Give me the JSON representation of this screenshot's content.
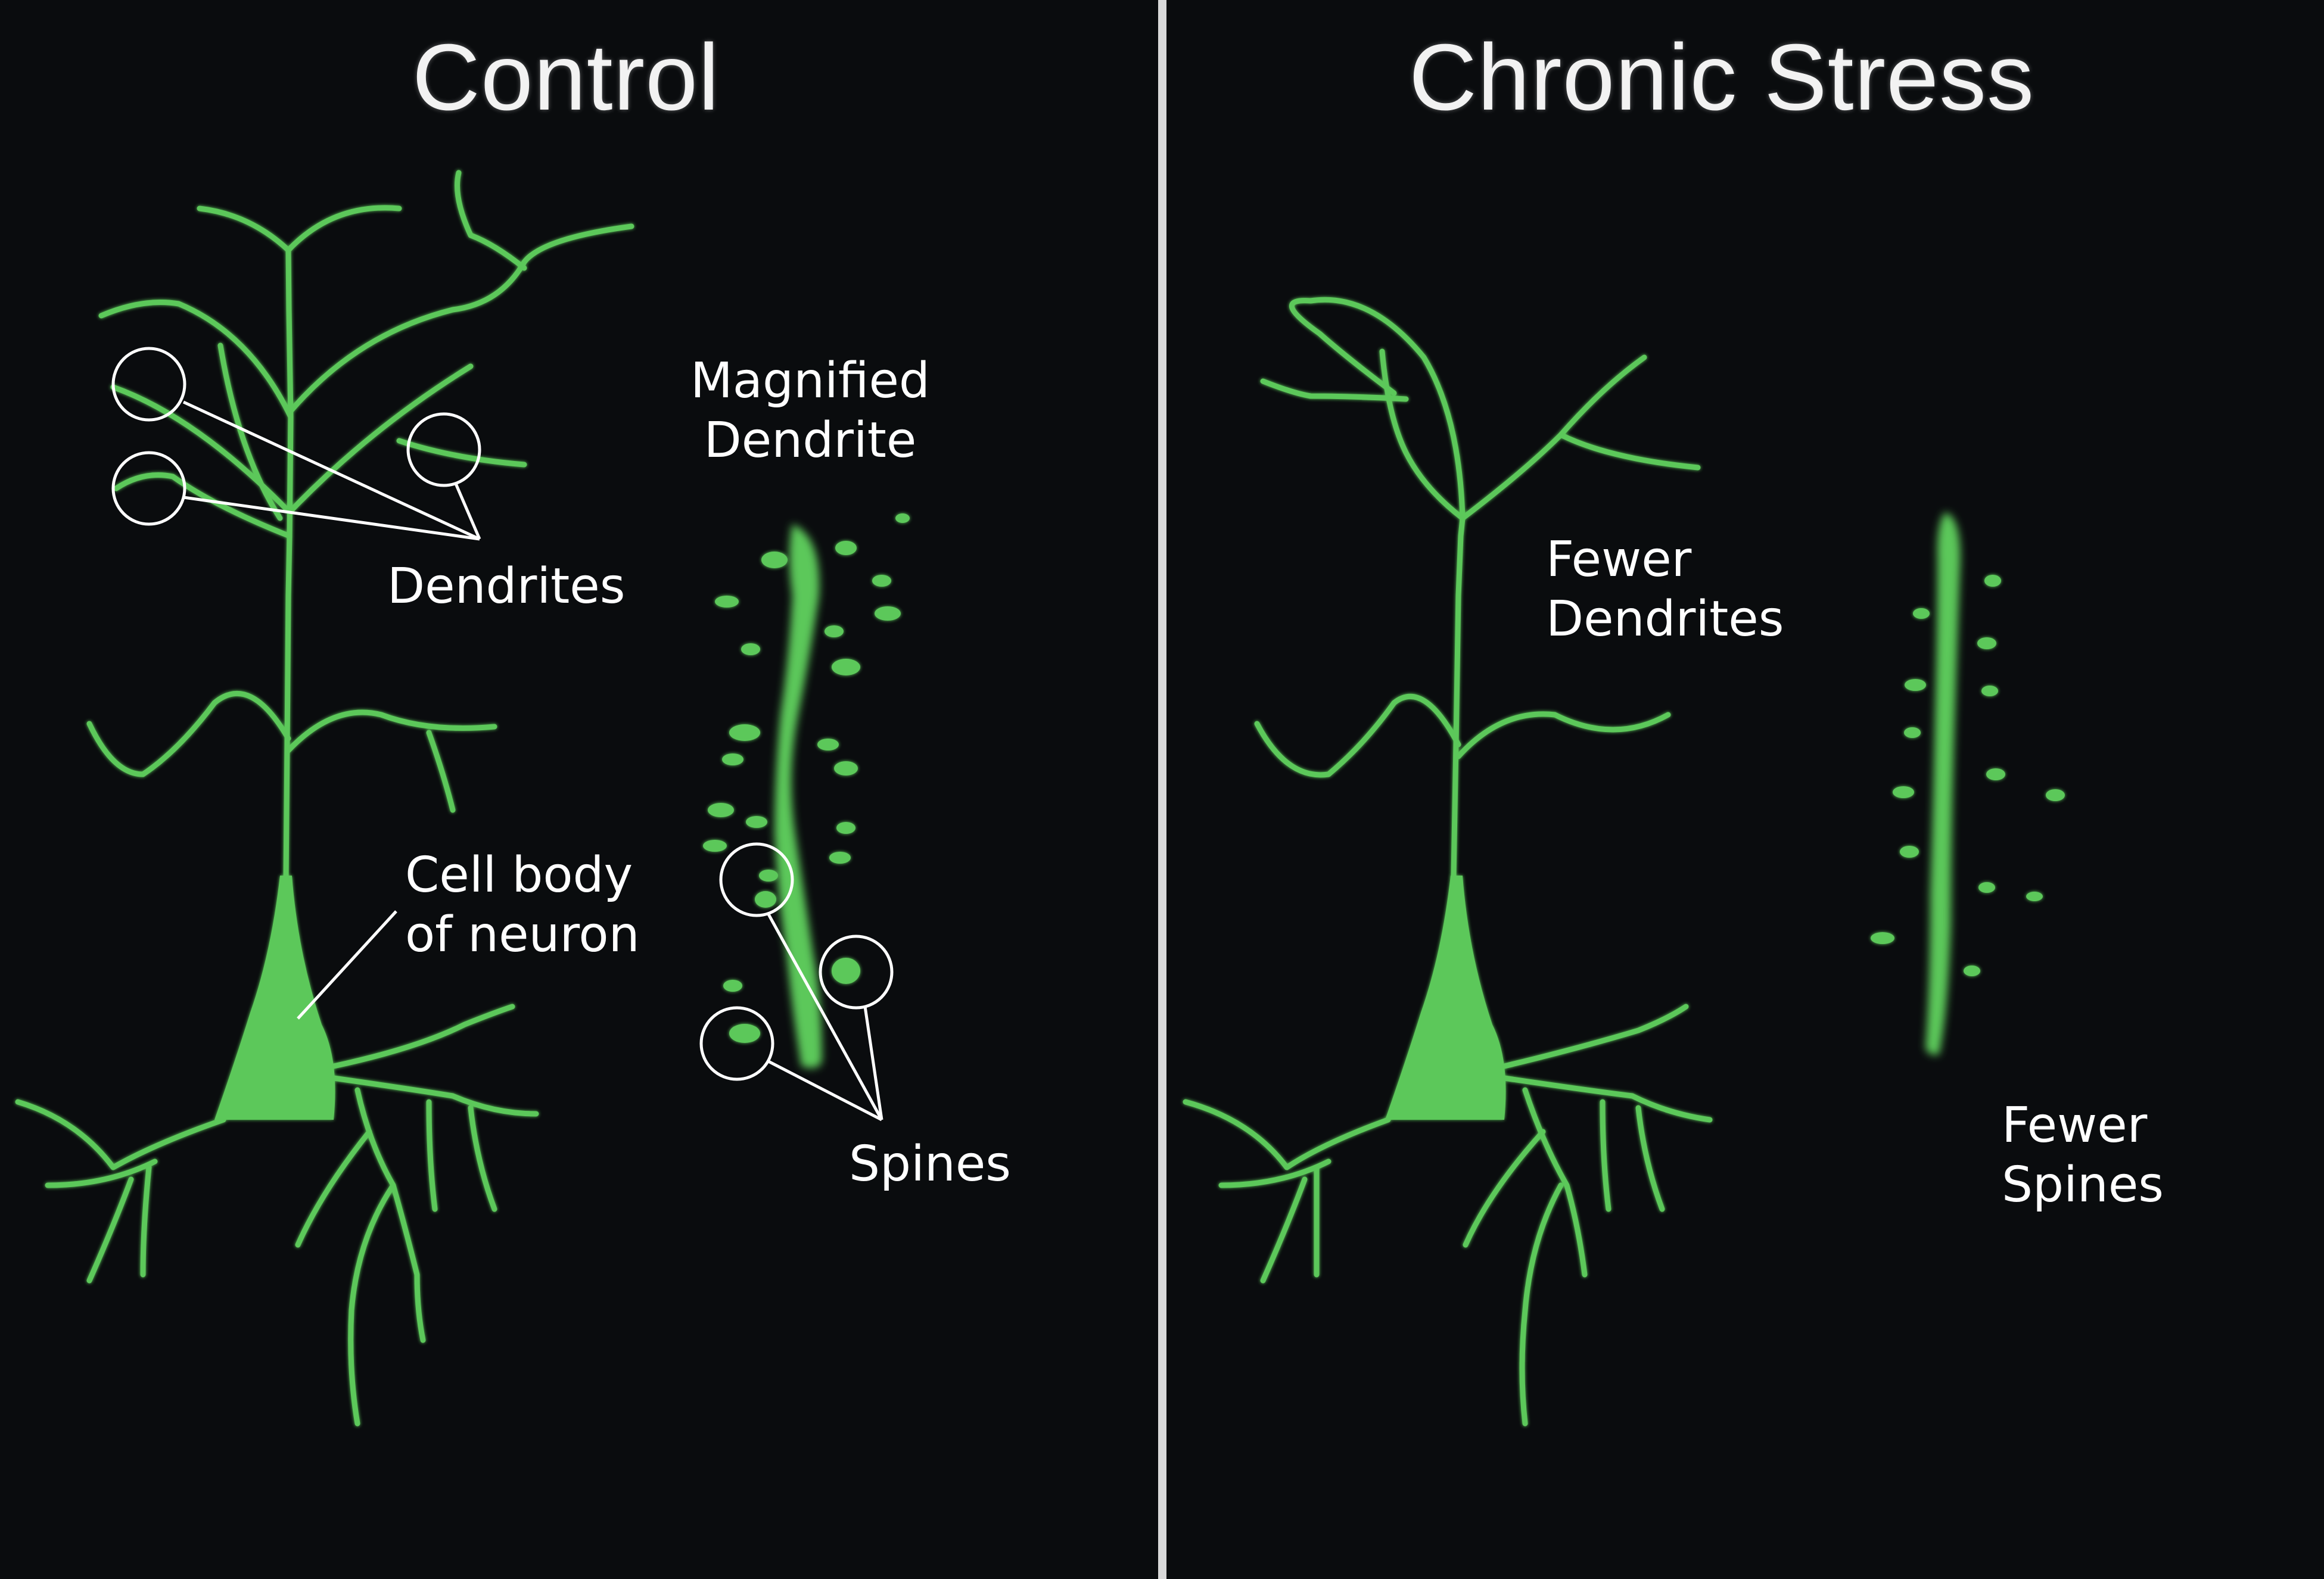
{
  "panels": {
    "control": {
      "title": "Control",
      "labels": {
        "magnified_line1": "Magnified",
        "magnified_line2": "Dendrite",
        "dendrites": "Dendrites",
        "cell_body_line1": "Cell body",
        "cell_body_line2": "of neuron",
        "spines": "Spines"
      }
    },
    "stress": {
      "title": "Chronic Stress",
      "labels": {
        "fewer_dendrites_line1": "Fewer",
        "fewer_dendrites_line2": "Dendrites",
        "fewer_spines_line1": "Fewer",
        "fewer_spines_line2": "Spines"
      }
    }
  },
  "colors": {
    "background": "#0a0c0e",
    "neuron": "#5cc85a",
    "divider": "#d9d9d9",
    "text": "#ffffff",
    "annotation": "#ffffff"
  }
}
